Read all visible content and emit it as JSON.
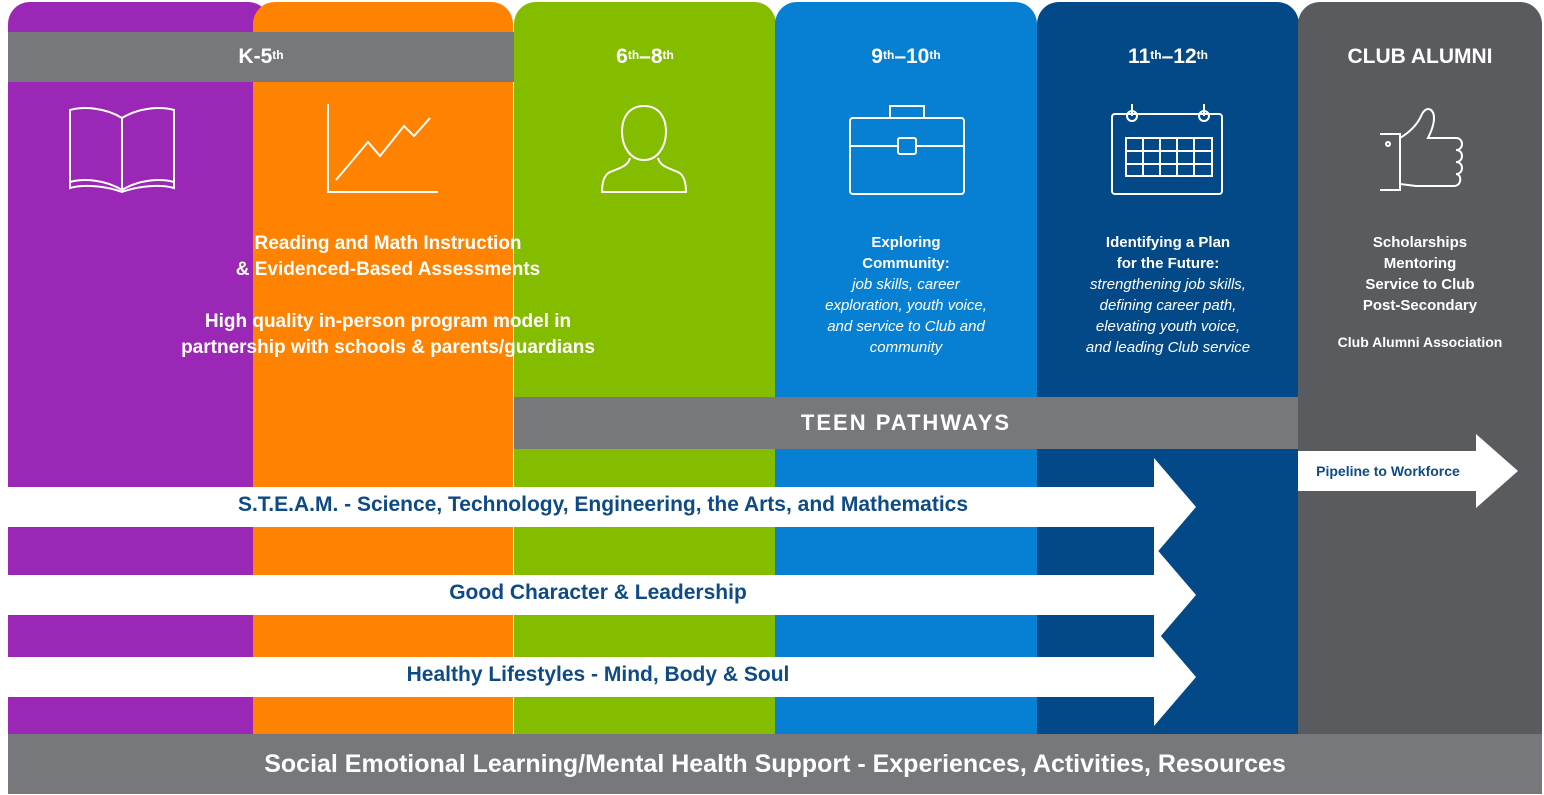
{
  "columns": [
    {
      "id": "k5a",
      "color": "#9a27b5"
    },
    {
      "id": "k5b",
      "color": "#ff8200"
    },
    {
      "id": "ms",
      "color": "#84bc00"
    },
    {
      "id": "g910",
      "color": "#0780d3"
    },
    {
      "id": "g1112",
      "color": "#034987"
    },
    {
      "id": "alumni",
      "color": "#595b5e"
    }
  ],
  "headers": {
    "k5": {
      "main": "K-5",
      "sup": "th"
    },
    "ms": {
      "a": "6",
      "a_sup": "th",
      "dash": "–",
      "b": "8",
      "b_sup": "th"
    },
    "g910": {
      "a": "9",
      "a_sup": "th",
      "dash": "–",
      "b": "10",
      "b_sup": "th"
    },
    "g1112": {
      "a": "11",
      "a_sup": "th",
      "dash": "–",
      "b": "12",
      "b_sup": "th"
    },
    "alumni": "CLUB ALUMNI"
  },
  "icons": [
    "book-icon",
    "chart-icon",
    "person-icon",
    "briefcase-icon",
    "calendar-icon",
    "thumbs-up-icon"
  ],
  "elementary": {
    "line1": "Reading and Math Instruction",
    "line2": "& Evidenced-Based Assessments",
    "line3": "High quality in-person program model in",
    "line4": "partnership with schools & parents/guardians"
  },
  "g910_text": {
    "title1": "Exploring",
    "title2": "Community:",
    "italic1": "job skills, career",
    "italic2": "exploration, youth voice,",
    "italic3": "and service to Club and",
    "italic4": "community"
  },
  "g1112_text": {
    "title1": "Identifying a Plan",
    "title2": "for the Future:",
    "italic1": "strengthening job skills,",
    "italic2": "defining career path,",
    "italic3": "elevating youth voice,",
    "italic4": "and leading Club service"
  },
  "alumni_text": {
    "l1": "Scholarships",
    "l2": "Mentoring",
    "l3": "Service to Club",
    "l4": "Post-Secondary",
    "assoc": "Club Alumni Association"
  },
  "teen_pathways": "TEEN PATHWAYS",
  "pipeline": "Pipeline to Workforce",
  "arrows": [
    "S.T.E.A.M. - Science, Technology, Engineering, the Arts, and Mathematics",
    "Good Character & Leadership",
    "Healthy Lifestyles - Mind, Body & Soul"
  ],
  "footer": "Social Emotional Learning/Mental Health Support - Experiences, Activities, Resources",
  "colors": {
    "gray_bar": "#76787b",
    "arrow_text": "#0e4a86",
    "white": "#ffffff"
  }
}
